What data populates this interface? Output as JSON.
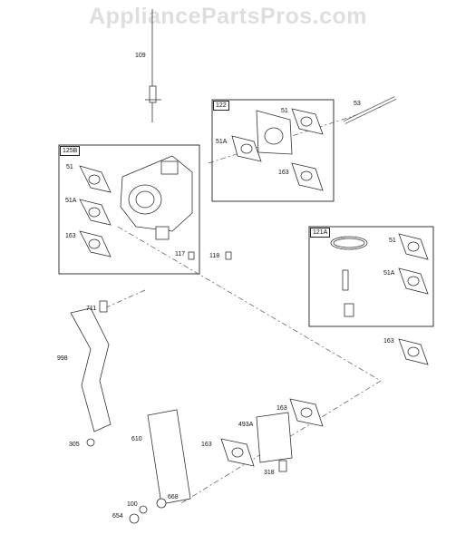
{
  "watermark": "AppliancePartsPros.com",
  "boxes": {
    "b125B": "125B",
    "b122": "122",
    "b121A": "121A"
  },
  "labels": {
    "p109": "109",
    "p53": "53",
    "p122_51": "51",
    "p122_51A": "51A",
    "p122_163": "163",
    "p125B_51": "51",
    "p125B_51A": "51A",
    "p125B_163": "163",
    "p117": "117",
    "p118": "118",
    "p121A_51": "51",
    "p121A_51A": "51A",
    "p163_right": "163",
    "p711": "711",
    "p998": "998",
    "p305": "305",
    "p610": "610",
    "p493A": "493A",
    "p163_mid": "163",
    "p163_low": "163",
    "p318": "318",
    "p100": "100",
    "p668": "668",
    "p654": "654"
  }
}
